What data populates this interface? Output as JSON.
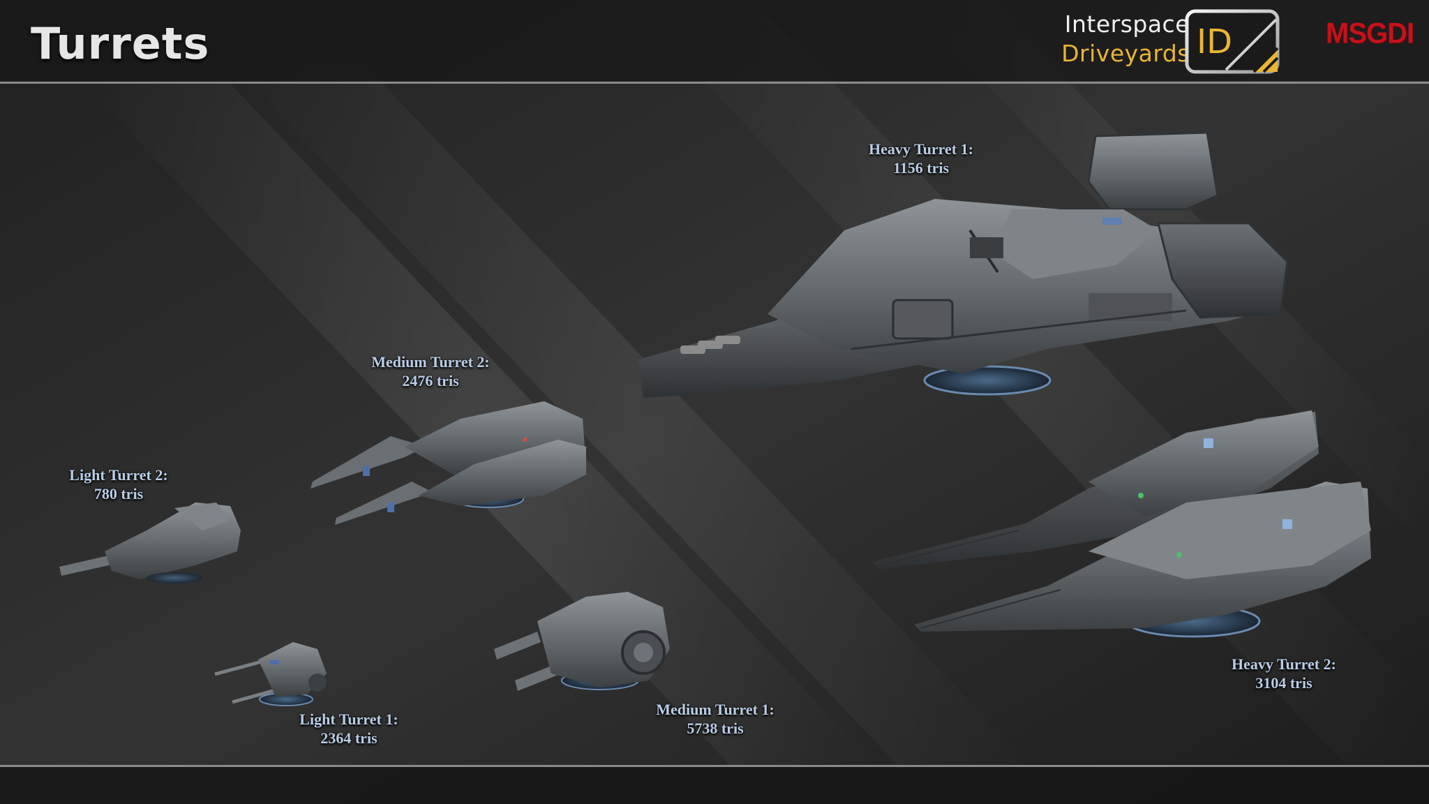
{
  "header": {
    "title": "Turrets"
  },
  "brand": {
    "line1": "Interspace",
    "line2": "Driveyards",
    "logo_text": "ID",
    "partner": "MSGDI",
    "colors": {
      "accent": "#e8b634",
      "partner": "#c4121a",
      "label": "#b9cde6"
    }
  },
  "turrets": {
    "heavy1": {
      "name": "Heavy Turret 1:",
      "tris": "1156 tris"
    },
    "heavy2": {
      "name": "Heavy Turret 2:",
      "tris": "3104 tris"
    },
    "medium1": {
      "name": "Medium Turret 1:",
      "tris": "5738 tris"
    },
    "medium2": {
      "name": "Medium Turret 2:",
      "tris": "2476 tris"
    },
    "light1": {
      "name": "Light Turret 1:",
      "tris": "2364 tris"
    },
    "light2": {
      "name": "Light Turret 2:",
      "tris": "780 tris"
    }
  }
}
